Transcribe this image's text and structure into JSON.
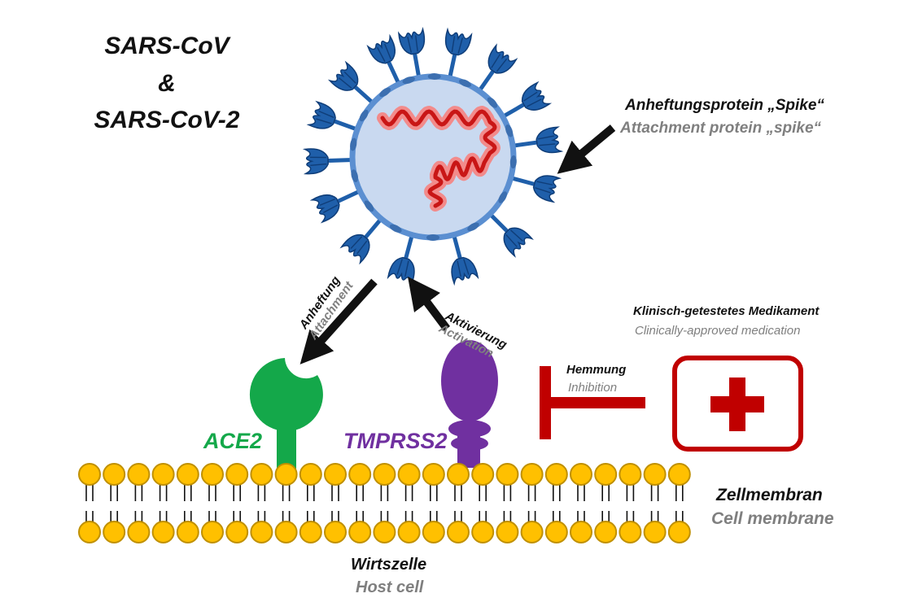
{
  "title": {
    "line1": "SARS-CoV",
    "line2": "&",
    "line3": "SARS-CoV-2"
  },
  "spike": {
    "de": "Anheftungsprotein „Spike“",
    "en": "Attachment protein „spike“"
  },
  "attachment": {
    "de": "Anheftung",
    "en": "Attachment"
  },
  "activation": {
    "de": "Aktivierung",
    "en": "Activation"
  },
  "medication": {
    "de": "Klinisch-getestetes Medikament",
    "en": "Clinically-approved medication"
  },
  "inhibition": {
    "de": "Hemmung",
    "en": "Inhibition"
  },
  "receptors": {
    "ace2": "ACE2",
    "tmprss2": "TMPRSS2"
  },
  "membrane": {
    "de": "Zellmembran",
    "en": "Cell membrane"
  },
  "host_cell": {
    "de": "Wirtszelle",
    "en": "Host cell"
  },
  "colors": {
    "virus_fill": "#c9d9f0",
    "virus_outline": "#5b8fd1",
    "spike": "#1f5faa",
    "rna": "#e0201e",
    "ace2": "#14a84a",
    "tmprss2": "#7030a0",
    "inhibitor": "#c00000",
    "lipid_head": "#ffc000",
    "lipid_outline": "#c09000"
  },
  "icons": {
    "virus": "coronavirus-particle-icon",
    "medication": "medical-cross-icon",
    "inhibitor": "inhibition-t-bar-icon"
  }
}
